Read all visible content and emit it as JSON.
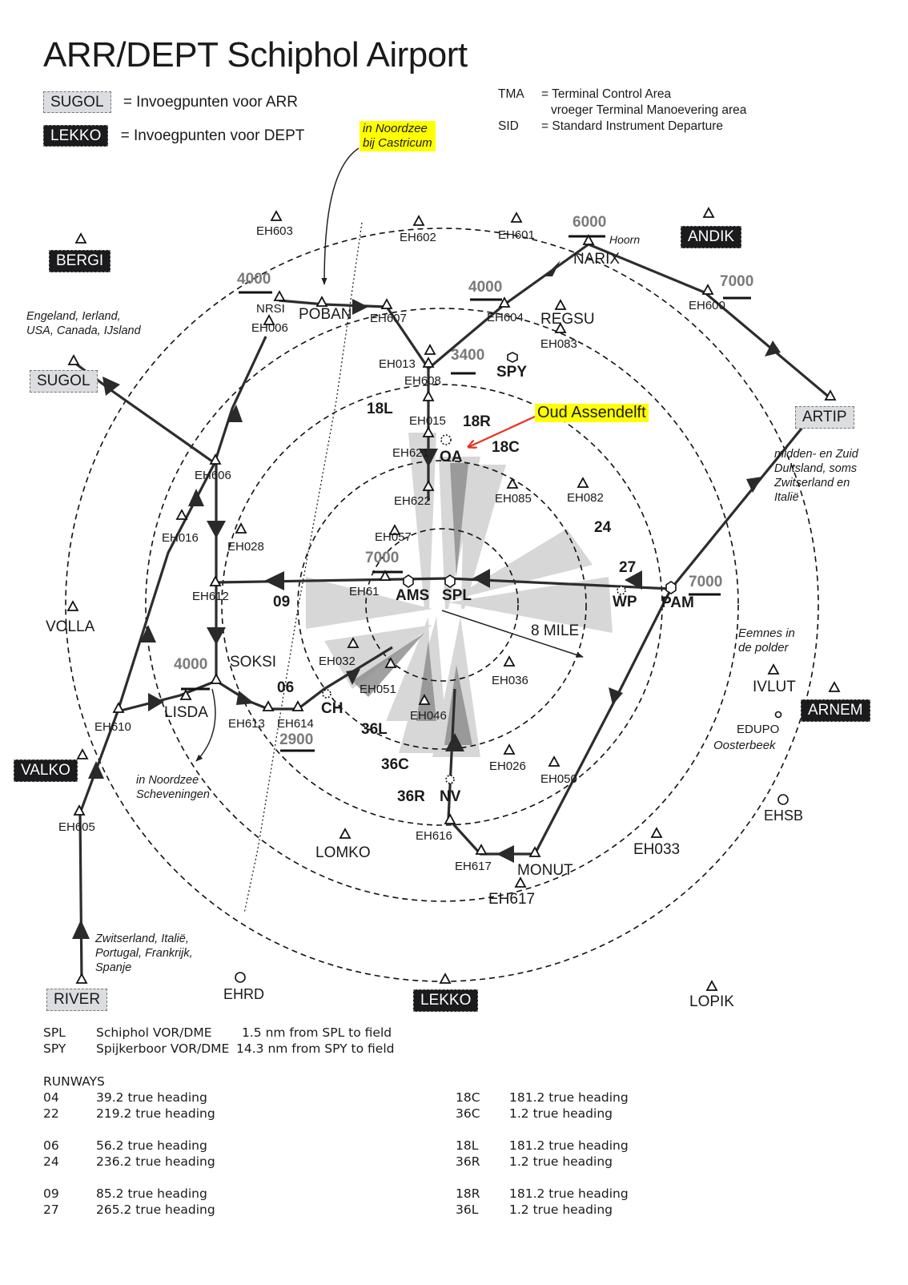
{
  "title": "ARR/DEPT Schiphol Airport",
  "legend": {
    "arr_box": "SUGOL",
    "arr_text": "= Invoegpunten voor ARR",
    "dep_box": "LEKKO",
    "dep_text": "= Invoegpunten voor DEPT"
  },
  "definitions": [
    {
      "abbr": "TMA",
      "text": "= Terminal Control Area"
    },
    {
      "abbr": "",
      "text": "vroeger Terminal Manoevering area"
    },
    {
      "abbr": "SID",
      "text": "= Standard Instrument Departure"
    }
  ],
  "notes": {
    "castricum": [
      "in Noordzee",
      "bij Castricum"
    ],
    "scheveningen": [
      "in Noordzee",
      "Scheveningen"
    ],
    "england": [
      "Engeland, Ierland,",
      "USA, Canada, IJsland"
    ],
    "germany": [
      "midden- en Zuid",
      "Duitsland, soms",
      "Zwitserland en",
      "Italië"
    ],
    "south": [
      "Zwitserland, Italië,",
      "Portugal, Frankrijk,",
      "Spanje"
    ],
    "eemnes": [
      "Eemnes in",
      "de polder"
    ],
    "hoorn": "Hoorn",
    "oosterbeek": "Oosterbeek",
    "callout": "Oud Assendelft"
  },
  "colors": {
    "arr_box": "#dcdde0",
    "dep_box": "#1b1b1d",
    "highlight": "#ffff00",
    "callout_arrow": "#e8321e",
    "altitude": "#7a7a7a",
    "runway_cone": "#d3d3d3",
    "runway_cone_dark": "#8f8f8f"
  },
  "map": {
    "distance_label": "8 MILE",
    "entry_arr": [
      "SUGOL",
      "ARTIP",
      "RIVER"
    ],
    "entry_dep": [
      "BERGI",
      "ANDIK",
      "VALKO",
      "ARNEM",
      "LEKKO"
    ],
    "waypoints": [
      "EH603",
      "EH602",
      "EH601",
      "NARIX",
      "EH600",
      "NRSI",
      "EH006",
      "POBAN",
      "EH607",
      "EH604",
      "REGSU",
      "EH083",
      "EH013",
      "EH608",
      "EH015",
      "EH621",
      "EH622",
      "EH085",
      "EH082",
      "EH057",
      "EH61",
      "EH606",
      "EH016",
      "EH028",
      "EH612",
      "VOLLA",
      "SOKSI",
      "LISDA",
      "EH610",
      "EH613",
      "EH614",
      "EH032",
      "EH051",
      "EH046",
      "EH036",
      "EH026",
      "EH050",
      "EH605",
      "IVLUT",
      "EDUPO",
      "LOMKO",
      "EH616",
      "EH617",
      "MONUT",
      "EH033",
      "LOPIK"
    ],
    "beacons": [
      "SPY",
      "AMS",
      "SPL",
      "PAM",
      "EHSB",
      "EHRD"
    ],
    "points": [
      "OA",
      "CH",
      "NV",
      "WP"
    ],
    "runway_labels": [
      "18L",
      "18R",
      "18C",
      "24",
      "27",
      "09",
      "06",
      "36L",
      "36C",
      "36R"
    ],
    "altitudes": [
      "4000",
      "4000",
      "6000",
      "7000",
      "3400",
      "7000",
      "7000",
      "4000",
      "2900"
    ]
  },
  "beacons_info": [
    {
      "id": "SPL",
      "name": "Schiphol VOR/DME",
      "dist": "1.5 nm from SPL to field"
    },
    {
      "id": "SPY",
      "name": "Spijkerboor VOR/DME",
      "dist": "14.3 nm from SPY to field"
    }
  ],
  "runways_title": "RUNWAYS",
  "runways": [
    {
      "rwy": "04",
      "hdg": "39.2 true heading"
    },
    {
      "rwy": "22",
      "hdg": "219.2 true heading"
    },
    {
      "rwy": "06",
      "hdg": "56.2 true heading"
    },
    {
      "rwy": "24",
      "hdg": "236.2 true heading"
    },
    {
      "rwy": "09",
      "hdg": "85.2 true heading"
    },
    {
      "rwy": "27",
      "hdg": "265.2 true heading"
    },
    {
      "rwy": "18C",
      "hdg": "181.2 true heading"
    },
    {
      "rwy": "36C",
      "hdg": "1.2 true heading"
    },
    {
      "rwy": "18L",
      "hdg": "181.2 true heading"
    },
    {
      "rwy": "36R",
      "hdg": "1.2 true heading"
    },
    {
      "rwy": "18R",
      "hdg": "181.2 true heading"
    },
    {
      "rwy": "36L",
      "hdg": "1.2 true heading"
    }
  ]
}
